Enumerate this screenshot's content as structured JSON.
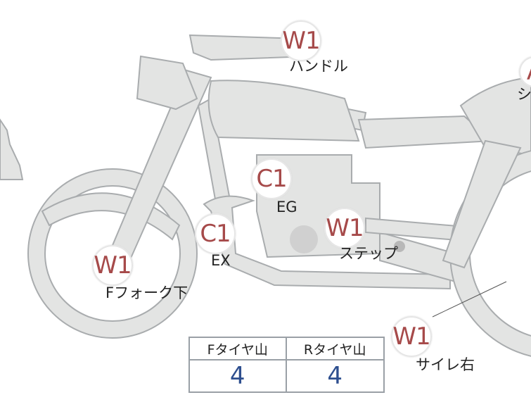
{
  "markers": [
    {
      "code": "W1",
      "label": "ハンドル"
    },
    {
      "code": "A",
      "label": "シ"
    },
    {
      "code": "C1",
      "label": "EG"
    },
    {
      "code": "C1",
      "label": "EX"
    },
    {
      "code": "W1",
      "label": "ステップ"
    },
    {
      "code": "W1",
      "label": "Fフォーク下"
    },
    {
      "code": "W1",
      "label": "サイレ右"
    }
  ],
  "tire_table": {
    "headers": [
      "Fタイヤ山",
      "Rタイヤ山"
    ],
    "values": [
      "4",
      "4"
    ]
  },
  "colors": {
    "bike_fill": "#e3e4e3",
    "bike_outline": "#a9acae",
    "marker_text": "#a64a4a",
    "table_value": "#2e4f8f"
  }
}
